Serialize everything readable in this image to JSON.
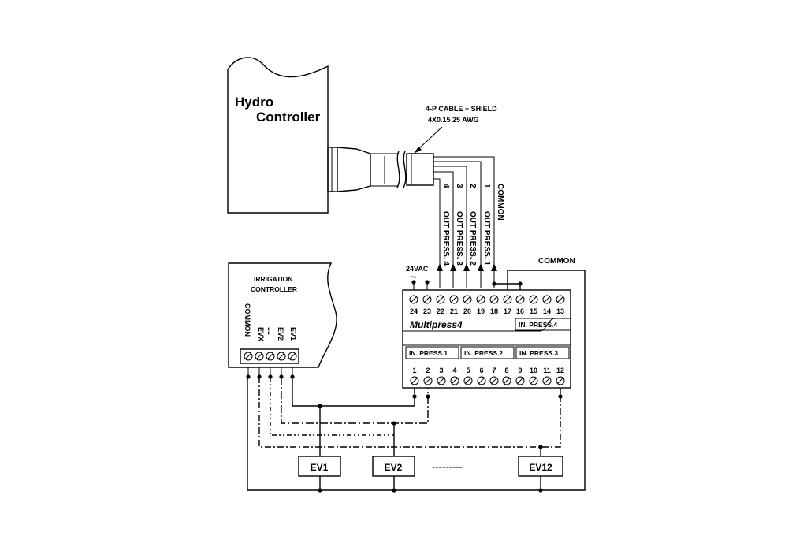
{
  "hydro_controller": {
    "line1": "Hydro",
    "line2": "Controller"
  },
  "cable": {
    "line1": "4-P CABLE + SHIELD",
    "line2": "4X0.15 25 AWG"
  },
  "wires": [
    {
      "num": "4",
      "label": "OUT PRESS. 4"
    },
    {
      "num": "3",
      "label": "OUT PRESS. 3"
    },
    {
      "num": "2",
      "label": "OUT PRESS. 2"
    },
    {
      "num": "1",
      "label": "OUT PRESS. 1"
    },
    {
      "num": "",
      "label": "COMMON"
    }
  ],
  "irrigation_controller": {
    "line1": "IRRIGATION",
    "line2": "CONTROLLER",
    "terminals": [
      "COMMON",
      "EVX",
      "....",
      "EV2",
      "EV1"
    ]
  },
  "supply_label": "24VAC",
  "supply_symbol": "~",
  "common_label": "COMMON",
  "multipress": {
    "name": "Multipress4",
    "top_terminals": [
      "24",
      "23",
      "22",
      "21",
      "20",
      "19",
      "18",
      "17",
      "16",
      "15",
      "14",
      "13"
    ],
    "bottom_terminals": [
      "1",
      "2",
      "3",
      "4",
      "5",
      "6",
      "7",
      "8",
      "9",
      "10",
      "11",
      "12"
    ],
    "inputs": [
      "IN. PRESS.1",
      "IN. PRESS.2",
      "IN. PRESS.3",
      "IN. PRESS.4"
    ]
  },
  "valves": [
    "EV1",
    "EV2",
    "EV12"
  ],
  "valve_dots": "---------"
}
